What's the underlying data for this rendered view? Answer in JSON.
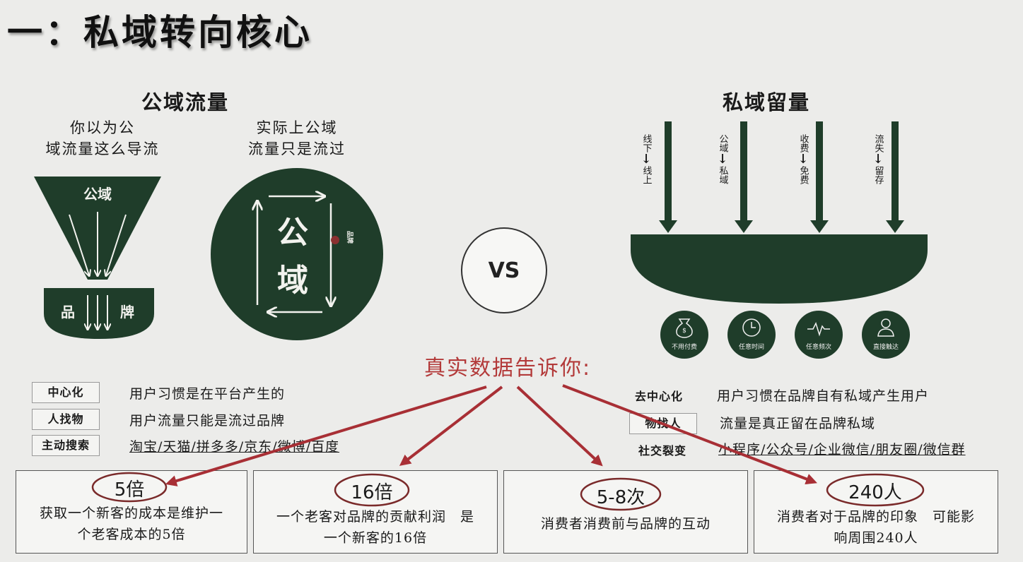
{
  "page_title": "一：私域转向核心",
  "public": {
    "title": "公域流量",
    "note_left": [
      "你以为公",
      "域流量这么导流"
    ],
    "note_right": [
      "实际上公域",
      "流量只是流过"
    ],
    "funnel_top_label": "公域",
    "funnel_bottom_label_1": "品",
    "funnel_bottom_label_2": "牌",
    "circle_label_1": "公",
    "circle_label_2": "域",
    "brand_dot_label": "品牌"
  },
  "vs_label": "VS",
  "private": {
    "title": "私域留量",
    "arrows": [
      {
        "from": "线下",
        "to": "线上"
      },
      {
        "from": "公域",
        "to": "私域"
      },
      {
        "from": "收费",
        "to": "免费"
      },
      {
        "from": "流失",
        "to": "留存"
      }
    ],
    "icons": [
      {
        "icon": "money-bag-icon",
        "label": "不用付费"
      },
      {
        "icon": "clock-icon",
        "label": "任意时间"
      },
      {
        "icon": "pulse-icon",
        "label": "任意频次"
      },
      {
        "icon": "person-icon",
        "label": "直接触达"
      }
    ]
  },
  "red_heading": "真实数据告诉你:",
  "left_rows": [
    {
      "label": "中心化",
      "text": "用户习惯是在平台产生的"
    },
    {
      "label": "人找物",
      "text": "用户流量只能是流过品牌"
    },
    {
      "label": "主动搜索",
      "text": "淘宝/天猫/拼多多/京东/微博/百度"
    }
  ],
  "right_rows": [
    {
      "label": "去中心化",
      "text": "用户习惯在品牌自有私域产生用户"
    },
    {
      "label": "物找人",
      "text": "流量是真正留在品牌私域"
    },
    {
      "label": "社交裂变",
      "text": "小程序/公众号/企业微信/朋友圈/微信群"
    }
  ],
  "stats": [
    {
      "value": "5倍",
      "desc": [
        "获取一个新客的成本是维护一",
        "个老客成本的5倍"
      ]
    },
    {
      "value": "16倍",
      "desc": [
        "一个老客对品牌的贡献利润　是",
        "一个新客的16倍"
      ]
    },
    {
      "value": "5-8次",
      "desc": [
        "消费者消费前与品牌的互动"
      ]
    },
    {
      "value": "240人",
      "desc": [
        "消费者对于品牌的印象　可能影",
        "响周围240人"
      ]
    }
  ],
  "colors": {
    "green": "#1f3d2a",
    "red": "#b33a3a",
    "background": "#ececea"
  }
}
